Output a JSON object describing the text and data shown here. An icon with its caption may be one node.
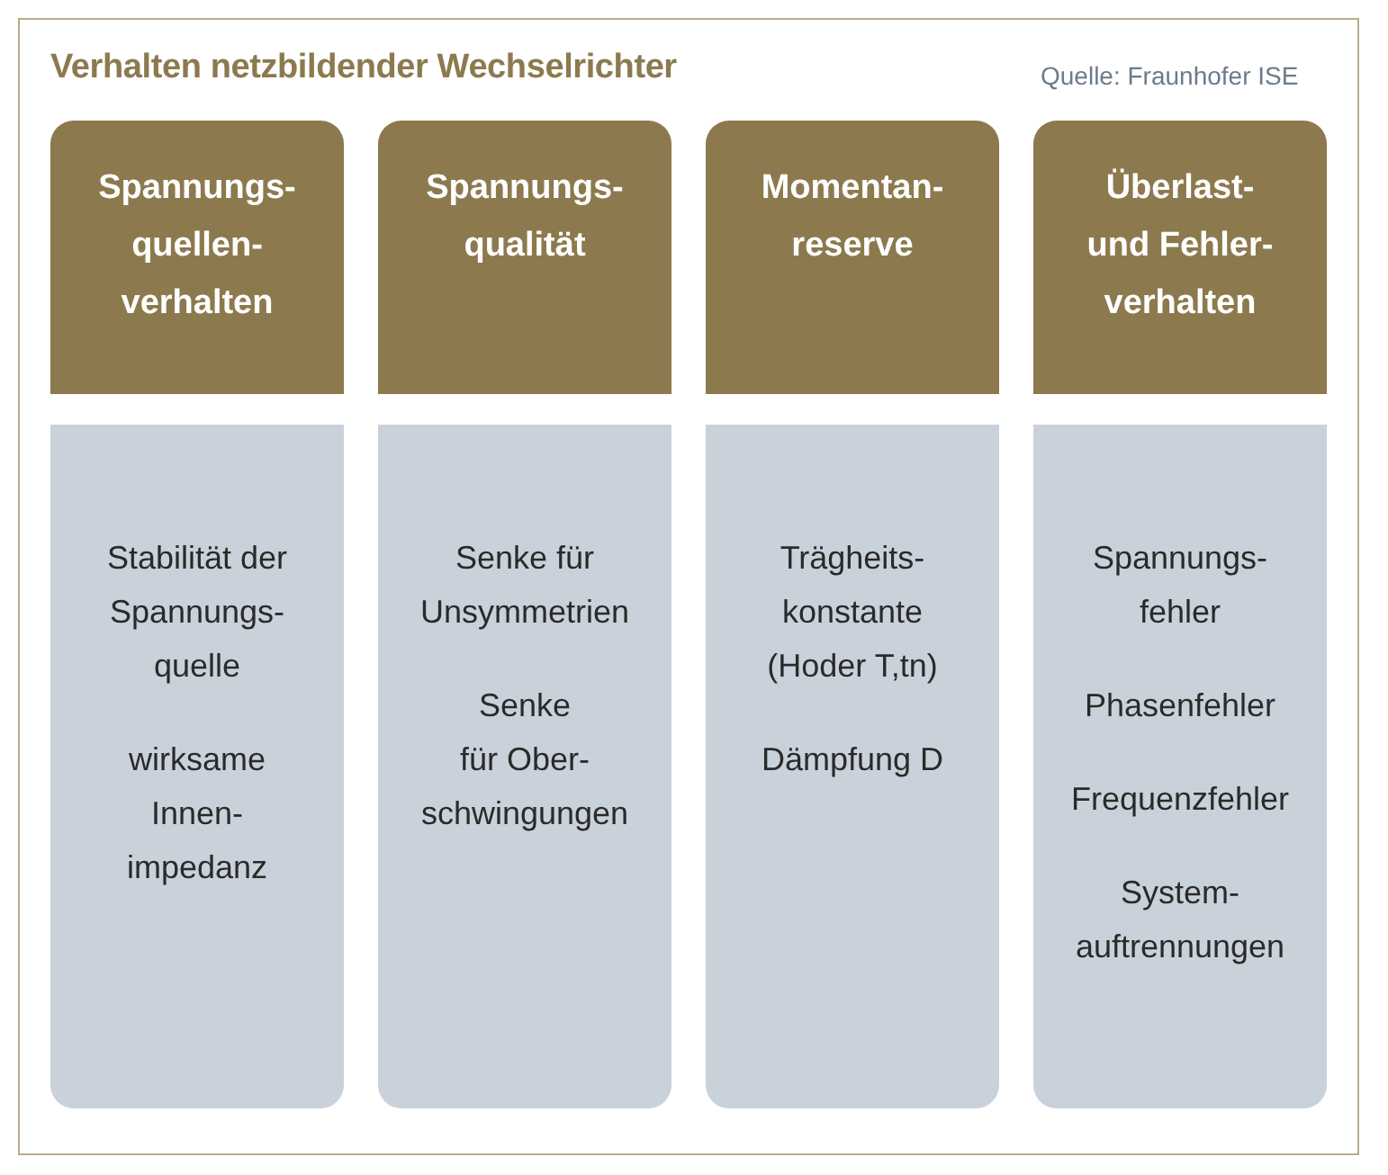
{
  "diagram": {
    "title": "Verhalten netzbildender Wechselrichter",
    "nodes": [
      {
        "text": [
          "Spannungs- quellen- verhalten"
        ]
      },
      {
        "text": [
          "Spannungs- qualität"
        ]
      },
      {
        "text": [
          "Momentan- reserve"
        ]
      },
      {
        "text": [
          "Überlast- und Fehler- verhalten"
        ]
      },
      {
        "text": [
          "Stabilität der Spannungs- quelle",
          "wirksame Innen- impedanz"
        ]
      },
      {
        "text": [
          "Senke für Unsymmetrien",
          "Senke für Ober- schwingungen"
        ]
      },
      {
        "text": [
          "Trägheits- konstante (Hoder T,tn)",
          "Dämpfung D"
        ]
      },
      {
        "text": [
          "Spannungs- fehler",
          "Phasenfehler",
          "Frequenzfehler",
          "System- auftrennungen"
        ]
      }
    ],
    "labels": [
      "Quelle: Fraunhofer ISE"
    ]
  }
}
